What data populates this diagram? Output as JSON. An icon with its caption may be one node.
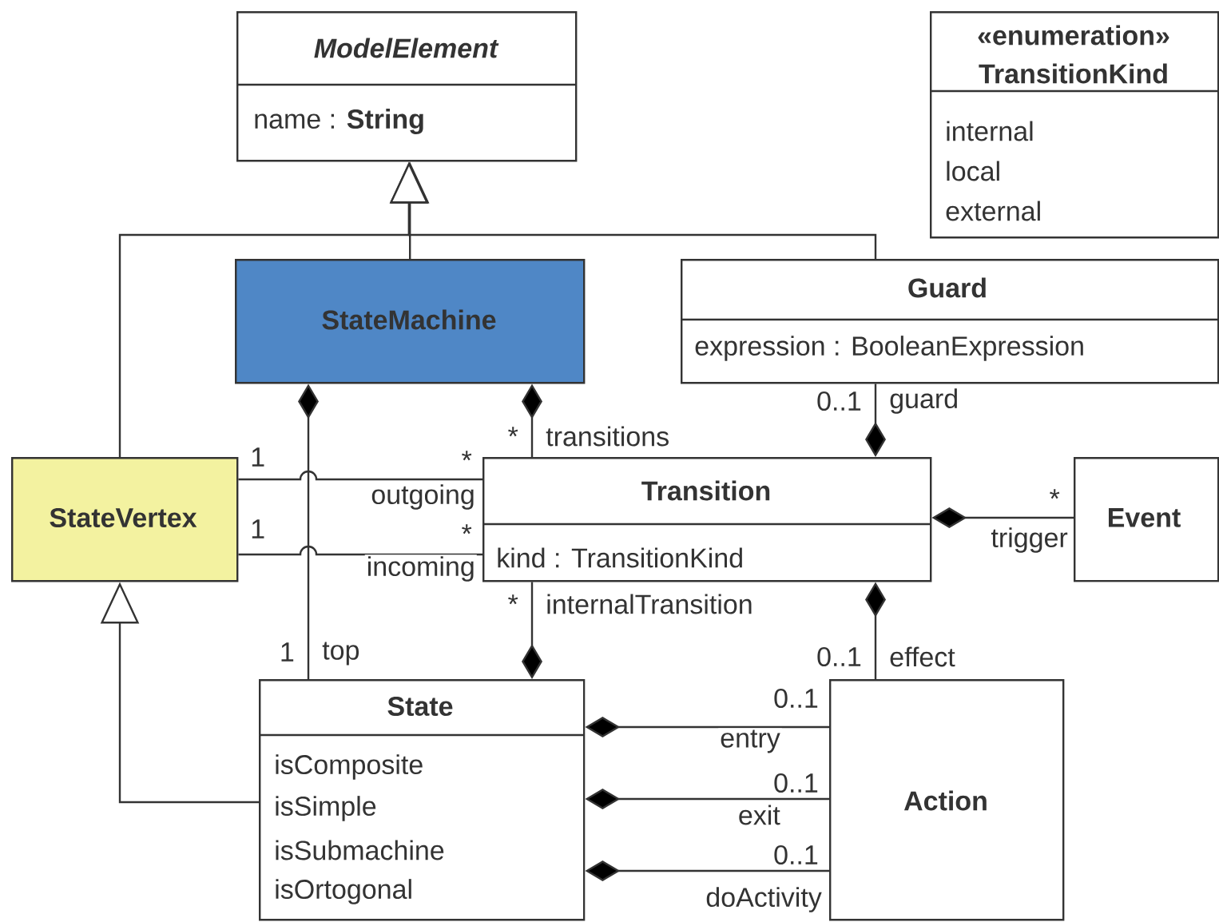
{
  "diagram": {
    "nodes": [
      {
        "text": [
          "ModelElement",
          "name : **String**"
        ]
      },
      {
        "text": [
          "«enumeration»",
          "TransitionKind",
          "internal",
          "local",
          "external"
        ]
      },
      {
        "text": [
          "StateMachine"
        ]
      },
      {
        "text": [
          "Guard",
          "expression : BooleanExpression"
        ]
      },
      {
        "text": [
          "StateVertex"
        ]
      },
      {
        "text": [
          "Transition",
          "kind : TransitionKind"
        ]
      },
      {
        "text": [
          "Event"
        ]
      },
      {
        "text": [
          "State",
          "isComposite",
          "isSimple",
          "isSubmachine",
          "isOrtogonal"
        ]
      },
      {
        "text": [
          "Action"
        ]
      }
    ],
    "edges": [
      {
        "from": 2,
        "to": 0,
        "arrow": "to"
      },
      {
        "from": 4,
        "to": 0,
        "arrow": "to"
      },
      {
        "from": 3,
        "to": 0,
        "arrow": "to"
      },
      {
        "from": 7,
        "to": 4,
        "arrow": "to"
      },
      {
        "from": 2,
        "to": 7,
        "arrow": "other",
        "label": "top"
      },
      {
        "from": 2,
        "to": 5,
        "arrow": "other",
        "label": "transitions"
      },
      {
        "from": 4,
        "to": 5,
        "arrow": "none",
        "label": "outgoing"
      },
      {
        "from": 4,
        "to": 5,
        "arrow": "none",
        "label": "incoming"
      },
      {
        "from": 5,
        "to": 3,
        "arrow": "other",
        "label": "guard"
      },
      {
        "from": 5,
        "to": 6,
        "arrow": "other",
        "label": "trigger"
      },
      {
        "from": 7,
        "to": 5,
        "arrow": "other",
        "label": "internalTransition"
      },
      {
        "from": 5,
        "to": 8,
        "arrow": "other",
        "label": "effect"
      },
      {
        "from": 7,
        "to": 8,
        "arrow": "other",
        "label": "entry"
      },
      {
        "from": 7,
        "to": 8,
        "arrow": "other",
        "label": "exit"
      },
      {
        "from": 7,
        "to": 8,
        "arrow": "other",
        "label": "doActivity"
      }
    ],
    "labels": [
      "0..1",
      "*",
      "1",
      "*",
      "*",
      "1",
      "*",
      "*",
      "1",
      "0..1",
      "0..1",
      "0..1",
      "0..1"
    ]
  }
}
